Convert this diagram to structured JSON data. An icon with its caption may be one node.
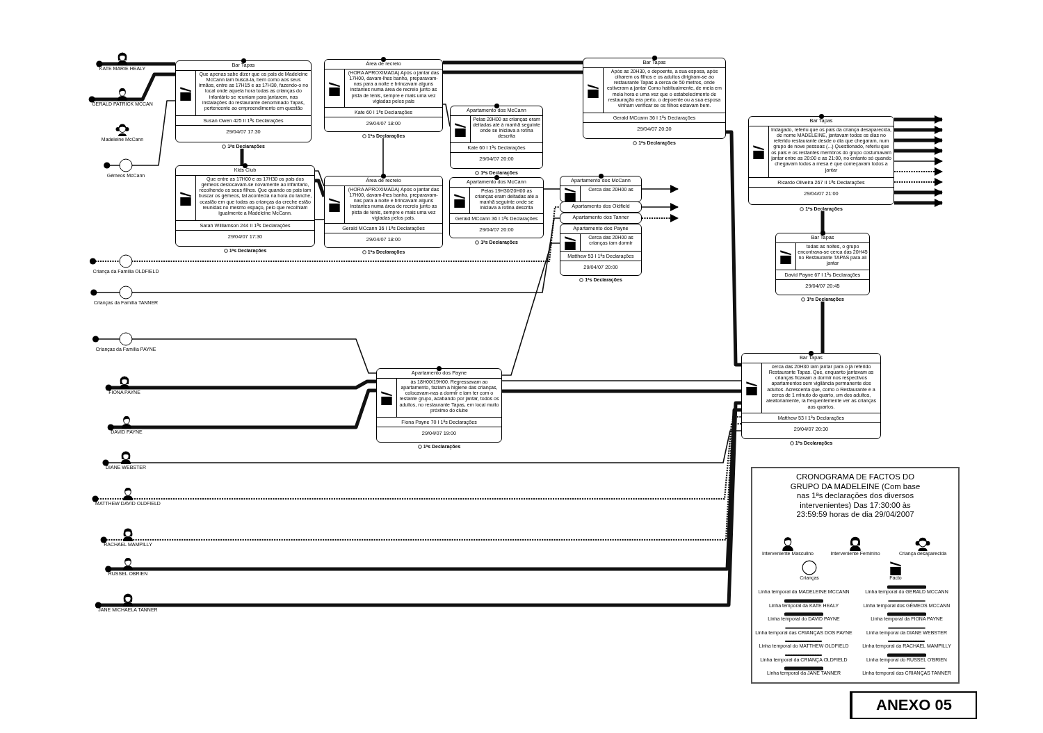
{
  "diagram": {
    "title": "CRONOGRAMA DE FACTOS DO GRUPO DA MADELEINE (Com base nas 1ªs declarações dos diversos intervenientes) Das 17:30:00 às 23:59:59 horas de dia 29/04/2007",
    "nodes": [
      {
        "text": [
          "KATE MARIE HEALY"
        ]
      },
      {
        "text": [
          "GERALD PATRICK MCCAN"
        ]
      },
      {
        "text": [
          "Madeleine McCann"
        ]
      },
      {
        "text": [
          "Gémeos McCann"
        ]
      },
      {
        "text": [
          "Criança da Família OLDFIELD"
        ]
      },
      {
        "text": [
          "Crianças da Família TANNER"
        ]
      },
      {
        "text": [
          "Crianças da Família PAYNE"
        ]
      },
      {
        "text": [
          "FIONA PAYNE"
        ]
      },
      {
        "text": [
          "DAVID PAYNE"
        ]
      },
      {
        "text": [
          "DIANE WEBSTER"
        ]
      },
      {
        "text": [
          "MATTHEW DAVID OLDFIELD"
        ]
      },
      {
        "text": [
          "RACHAEL MAMPILLY"
        ]
      },
      {
        "text": [
          "RUSSEL OBRIEN"
        ]
      },
      {
        "text": [
          "JANE MICHAELA TANNER"
        ]
      },
      {
        "text": [
          "Bar Tapas",
          "Que apenas sabe dizer que os pais de Madeleine McCann iam buscá-la, bem como aos seus irmãos, entre as 17H15 e as 17H30, fazendo-o no local onde aquela hora todas as crianças do infantário se reuniam para jantarem, nas instalações do restaurante denominado Tapas, pertencente ao empreendimento em questão",
          "Susan Owen 425 II 1ªs Declarações",
          "29/04/07 17:30"
        ],
        "beside": [
          "1ªs Declarações"
        ]
      },
      {
        "text": [
          "Área de recreio",
          "(HORA APROXIMADA) Após o jantar das 17H00, davam-lhes banho, preparavam-nas para a noite e brincavam alguns instantes numa área de recreio junto as pista de ténis, sempre e mais uma vez vigiadas pelos pais",
          "Kate 60 I 1ªs Declarações",
          "29/04/07 18:00"
        ],
        "beside": [
          "1ªs Declarações"
        ]
      },
      {
        "text": [
          "Bar Tapas",
          "Após as 20H30, o depoente, a sua esposa, após olharem os filhos e os adultos dirigiram-se ao restaurante Tapas a cerca de 50 metros, onde estiveram a jantar Como habitualmente, de meia em meia hora e uma vez que o estabelecimento de restauração era perto, o depoente ou a sua esposa vinham verificar se os filhos estavam bem.",
          "Gerald MCcann 36 I 1ªs Declarações",
          "29/04/07 20:30"
        ],
        "beside": [
          "1ªs Declarações"
        ]
      },
      {
        "text": [
          "Apartamento dos McCann",
          "Pelas 20H00 as crianças eram deitadas até à manhã seguinte onde se iniciava a rotina descrita",
          "Kate 60 I 1ªs Declarações",
          "29/04/07 20:00"
        ],
        "beside": [
          "1ªs Declarações"
        ]
      },
      {
        "text": [
          "Kids Club",
          "Que entre as 17H00 e as 17H30 os pais dos gémeos deslocavam-se novamente ao infantario, recolhendo os seus filhos. Que quando os pais iam buscar os gémeos, tal acontecia na hora do lanche, ocasião em que todas as crianças da creche estão reunidas no mesmo espaço, pelo que recolhiam igualmente a Madeleine McCann.",
          "Sarah Williamson 244 II 1ªs Declarações",
          "29/04/07 17:30"
        ],
        "beside": [
          "1ªs Declarações"
        ]
      },
      {
        "text": [
          "Área de recreio",
          "(HORA APROXIMADA) Após o jantar das 17H00, davam-lhes banho, preparavam-nas para a noite e brincavam alguns instantes numa área de recreio junto as pista de ténis, sempre e mais uma vez vigiadas pelos pais.",
          "Gerald MCcann 36 I 1ªs Declarações",
          "29/04/07 18:00"
        ],
        "beside": [
          "1ªs Declarações"
        ]
      },
      {
        "text": [
          "Apartamento dos McCann",
          "Pelas 19H30/20H00 as crianças eram deitadas até a manhã seguinte onde se iniciava a rotina descrita",
          "Gerald MCcann 36 I 1ªs Declarações",
          "29/04/07 20:00"
        ],
        "beside": [
          "1ªs Declarações"
        ]
      },
      {
        "text": [
          "Apartamento dos McCann",
          "Cerca das 20H00 as"
        ]
      },
      {
        "text": [
          "Apartamento dos Oldfield"
        ]
      },
      {
        "text": [
          "Apartamento dos Tanner"
        ]
      },
      {
        "text": [
          "Apartamento dos Payne",
          "Cerca das 20H00 as crianças íam dormir",
          "Matthew 53 I 1ªs Declarações",
          "29/04/07 20:00"
        ],
        "beside": [
          "1ªs Declarações"
        ]
      },
      {
        "text": [
          "Bar Tapas",
          "Indagado, referiu que os pais da criança desaparecida, de nome MADELEINE, jantavam todos os dias no referido restaurante desde o dia que chegaram, num grupo de nove pessoas (...) Questionado, referiu que os pais e os restantes membros do grupo costumavam jantar entre as 20:00 e as 21:00, no entanto só quando chegavam todos a mesa é que começavam todos a jantar",
          "Ricardo Oliveira 267 II 1ªs Declarações",
          "29/04/07 21:00"
        ],
        "beside": [
          "1ªs Declarações"
        ]
      },
      {
        "text": [
          "Bar Tapas",
          "todas as noites, o grupo encontrava-se cerca das 20H45 no Restaurante TAPAS para ali jantar",
          "David Payne 67 I 1ªs Declarações",
          "29/04/07 20:45"
        ],
        "beside": [
          "1ªs Declarações"
        ]
      },
      {
        "text": [
          "Apartamento dos Payne",
          "às 18H00/19H00. Regressavam ao apartamento, faziam a higiene das crianças, colocavam-nas a dormir e iam ter com o restante grupo, acabando por jantar, todos os adultos, no restaurante Tapas, em local muito próximo do clube",
          "Fiona Payne 70 I 1ªs Declarações",
          "29/04/07 19:00"
        ],
        "beside": [
          "1ªs Declarações"
        ]
      },
      {
        "text": [
          "Bar Tapas",
          "cerca das 20H30 íam jantar para o já referido Restaurante Tapas. Que, enquanto jantavam as crianças ficavam a dormir nos respectivos apartamentos sem vigilância permanente dos adultos. Acrescenta que, como o Restaurante é a cerca de 1 minuto do quarto, um dos adultos, aleatoriamente, ía frequentemente ver as crianças aos quartos.",
          "Matthew 53 I 1ªs Declarações",
          "29/04/07 20:30"
        ],
        "beside": [
          "1ªs Declarações"
        ]
      }
    ],
    "edges": [
      {
        "from": 0,
        "to": 14,
        "arrow": "other",
        "style": "thick"
      },
      {
        "from": 1,
        "to": 14,
        "arrow": "other",
        "style": "thick"
      },
      {
        "from": 3,
        "to": 14,
        "arrow": "other"
      },
      {
        "from": 14,
        "to": 18,
        "arrow": "none",
        "style": "thick"
      },
      {
        "from": 18,
        "to": 19,
        "arrow": "none"
      },
      {
        "from": 18,
        "to": 19,
        "arrow": "none",
        "style": "thick"
      },
      {
        "from": 18,
        "to": 19,
        "arrow": "none"
      },
      {
        "from": 15,
        "to": 16,
        "arrow": "none",
        "style": "thick"
      },
      {
        "from": 15,
        "to": 16,
        "arrow": "none",
        "style": "thick"
      },
      {
        "from": 15,
        "to": 19,
        "arrow": "none"
      },
      {
        "from": 15,
        "to": 17,
        "arrow": "none"
      },
      {
        "from": 20,
        "to": 21,
        "arrow": "none"
      },
      {
        "from": 4,
        "to": 22,
        "arrow": "other",
        "style": "dashed"
      },
      {
        "from": 5,
        "to": 23,
        "arrow": "other"
      },
      {
        "from": 27,
        "to": 24,
        "arrow": "none"
      },
      {
        "from": 6,
        "to": 27,
        "arrow": "other"
      },
      {
        "from": 7,
        "to": 27,
        "arrow": "other",
        "style": "thick"
      },
      {
        "from": 8,
        "to": 27,
        "arrow": "other",
        "style": "thick"
      },
      {
        "from": 27,
        "to": 28,
        "arrow": "none"
      },
      {
        "from": 27,
        "to": 28,
        "arrow": "none",
        "style": "thick"
      },
      {
        "from": 9,
        "to": 28,
        "arrow": "other"
      },
      {
        "from": 10,
        "to": 28,
        "arrow": "other",
        "style": "dashed"
      },
      {
        "from": 11,
        "to": 28,
        "arrow": "other",
        "style": "dashed"
      },
      {
        "from": 12,
        "to": 28,
        "arrow": "other",
        "style": "thick"
      },
      {
        "from": 13,
        "to": 28,
        "arrow": "other",
        "style": "thick"
      },
      {
        "from": 16,
        "to": 28,
        "arrow": "none",
        "style": "thick"
      },
      {
        "from": 25,
        "to": 26,
        "arrow": "none",
        "style": "thick"
      },
      {
        "from": 26,
        "to": 28,
        "arrow": "none",
        "style": "thick"
      },
      {
        "from": 21,
        "to": null,
        "arrow": "to"
      },
      {
        "from": 22,
        "to": null,
        "arrow": "to"
      },
      {
        "from": 23,
        "to": null,
        "arrow": "to",
        "style": "dashed"
      },
      {
        "from": 25,
        "to": null,
        "arrow": "to",
        "style": "thick"
      },
      {
        "from": 25,
        "to": null,
        "arrow": "to",
        "style": "thick"
      },
      {
        "from": 25,
        "to": null,
        "arrow": "to",
        "style": "thick"
      },
      {
        "from": 25,
        "to": null,
        "arrow": "to",
        "style": "thick"
      },
      {
        "from": 25,
        "to": null,
        "arrow": "to"
      },
      {
        "from": 25,
        "to": null,
        "arrow": "to",
        "style": "dashed"
      },
      {
        "from": 25,
        "to": null,
        "arrow": "to",
        "style": "dashed"
      },
      {
        "from": 25,
        "to": null,
        "arrow": "to",
        "style": "thick"
      },
      {
        "from": 25,
        "to": null,
        "arrow": "to",
        "style": "thick"
      }
    ],
    "labels": [
      "ANEXO 05"
    ],
    "legend": [
      {
        "text": "Interveniente Masculino"
      },
      {
        "text": "Interveniente Feminino"
      },
      {
        "text": "Criança desaparecida"
      },
      {
        "text": "Crianças"
      },
      {
        "text": "Facto"
      },
      {
        "text": "Linha temporal da MADELEINE MCCANN"
      },
      {
        "text": "Linha temporal do GERALD MCCANN"
      },
      {
        "text": "Linha temporal da KATE HEALY"
      },
      {
        "text": "Linha temporal dos GÉMEOS MCCANN"
      },
      {
        "text": "Linha temporal do DAVID PAYNE"
      },
      {
        "text": "Linha temporal da FIONA PAYNE"
      },
      {
        "text": "Linha temporal das CRIANÇAS DOS PAYNE"
      },
      {
        "text": "Linha temporal da DIANE WEBSTER"
      },
      {
        "text": "Linha temporal do MATTHEW OLDFIELD"
      },
      {
        "text": "Linha temporal da RACHAEL MAMPILLY"
      },
      {
        "text": "Linha temporal da CRIANÇA OLDFIELD"
      },
      {
        "text": "Linha temporal do RUSSEL O'BRIEN"
      },
      {
        "text": "Linha temporal da JANE TANNER"
      },
      {
        "text": "Linha temporal das CRIANÇAS TANNER"
      }
    ]
  }
}
